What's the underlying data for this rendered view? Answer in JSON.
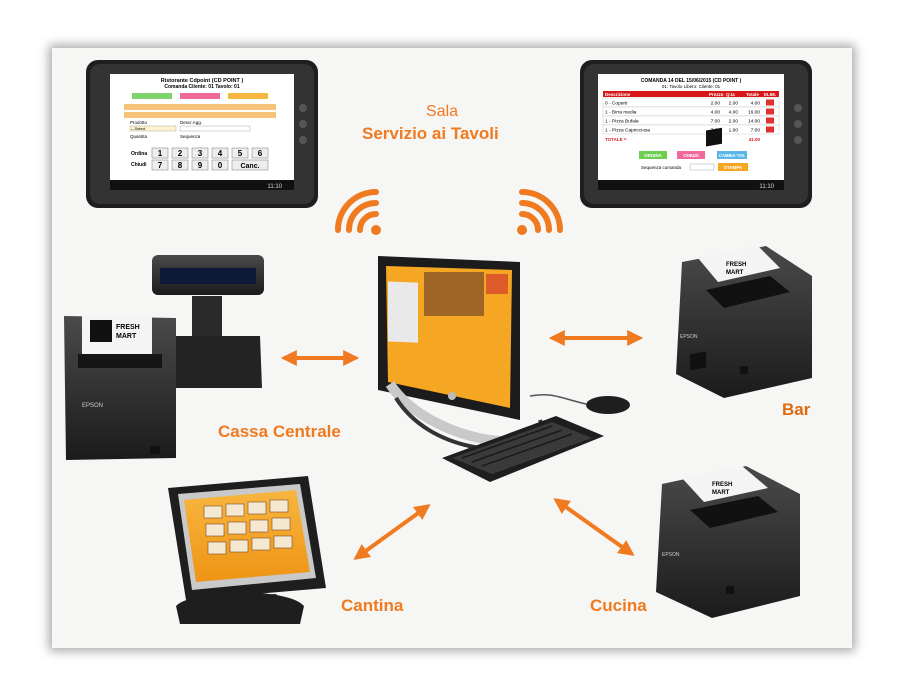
{
  "labels": {
    "sala": "Sala",
    "servizio": "Servizio ai Tavoli",
    "cassa": "Cassa Centrale",
    "bar": "Bar",
    "cantina": "Cantina",
    "cucina": "Cucina"
  },
  "tablet_left": {
    "title": "Ristorante Cdpoint (CD POINT )",
    "subtitle": "Comanda Cliente: 01 Tavolo: 01",
    "field_prodotto": "Prodotto",
    "field_select": "---Select",
    "field_quantita": "Quantita",
    "field_sequenza": "Sequenza",
    "field_descr": "Descr.Agg.",
    "btn_ordina": "Ordina",
    "btn_chiudi": "Chiudi",
    "btn_canc": "Canc.",
    "keys": [
      "1",
      "2",
      "3",
      "4",
      "5",
      "6",
      "7",
      "8",
      "9",
      "0"
    ],
    "time": "11:10"
  },
  "tablet_right": {
    "title": "COMANDA 14 DEL 15/06/2015 (CD POINT )",
    "subtitle": "01: Tavolo Libero: Cliente: 01",
    "headers": [
      "Descrizione",
      "Prezzo",
      "Q.ta",
      "Totale",
      "ELIM."
    ],
    "rows": [
      [
        "0 - Coperti",
        "2.00",
        "2.00",
        "4.00"
      ],
      [
        "1 - Birra media",
        "4.00",
        "4.00",
        "16.00"
      ],
      [
        "1 - Pizza Bufala",
        "7.00",
        "2.00",
        "14.00"
      ],
      [
        "1 - Pizza Capricciosa",
        "7.00",
        "1.00",
        "7.00"
      ]
    ],
    "totale_label": "TOTALE =",
    "totale_value": "41.00",
    "btn_ordina": "ORDINA",
    "btn_chiudi": "CHIUDI",
    "btn_cambia": "CAMBIA TAV.",
    "btn_stampa": "STAMPA",
    "sequenza_label": "Sequenza comanda",
    "time": "11:10"
  },
  "device_brand": "EPSON",
  "receipt_logo": [
    "FRESH",
    "MART"
  ],
  "colors": {
    "accent": "#f07a20",
    "arrow": "#f07a20",
    "card": "#f6f6f4",
    "device_dark": "#2a2a2a",
    "screen_orange": "#f5a623"
  }
}
